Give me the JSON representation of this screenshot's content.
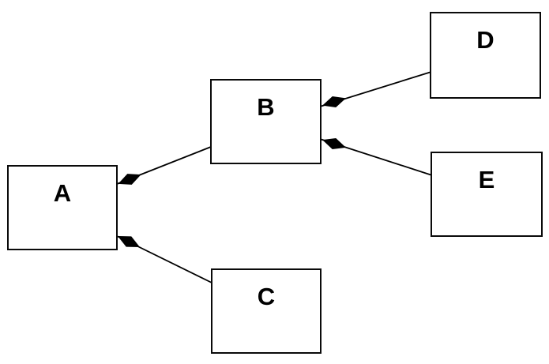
{
  "diagram": {
    "type": "composition-diagram",
    "nodes": [
      {
        "id": "A",
        "label": "A"
      },
      {
        "id": "B",
        "label": "B"
      },
      {
        "id": "C",
        "label": "C"
      },
      {
        "id": "D",
        "label": "D"
      },
      {
        "id": "E",
        "label": "E"
      }
    ],
    "edges": [
      {
        "from": "A",
        "to": "B",
        "marker": "filled-diamond",
        "marker_at": "A"
      },
      {
        "from": "A",
        "to": "C",
        "marker": "filled-diamond",
        "marker_at": "A"
      },
      {
        "from": "B",
        "to": "D",
        "marker": "filled-diamond",
        "marker_at": "B"
      },
      {
        "from": "B",
        "to": "E",
        "marker": "filled-diamond",
        "marker_at": "B"
      }
    ],
    "colors": {
      "background": "#ffffff",
      "node_fill": "#ffffff",
      "node_border": "#000000",
      "edge_line": "#000000",
      "diamond_fill": "#000000",
      "label_text": "#000000"
    }
  }
}
